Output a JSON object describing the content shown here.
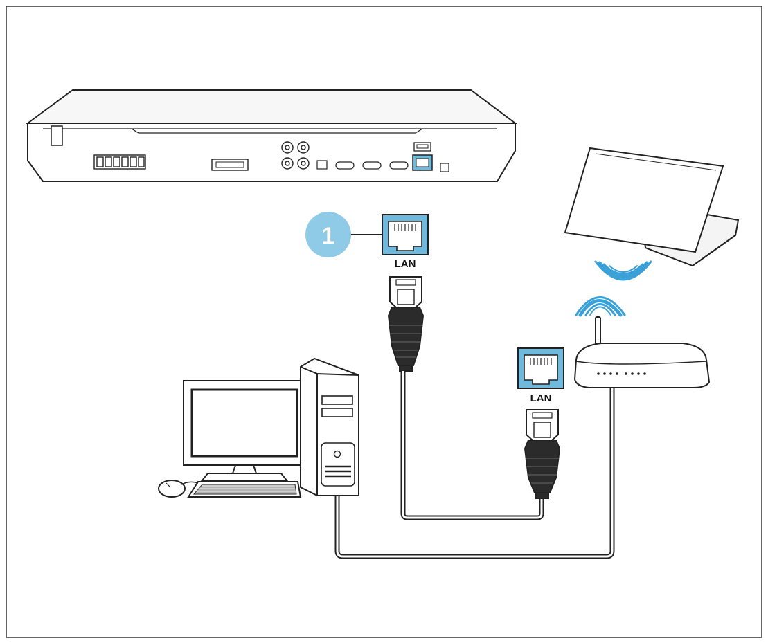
{
  "callout": {
    "number": "1"
  },
  "labels": {
    "lan_port_player": "LAN",
    "lan_port_router": "LAN"
  },
  "colors": {
    "callout_fill": "#8fcbe6",
    "lan_port_fill": "#6fb9dd",
    "wifi": "#3aa0d8",
    "line": "#222222"
  }
}
